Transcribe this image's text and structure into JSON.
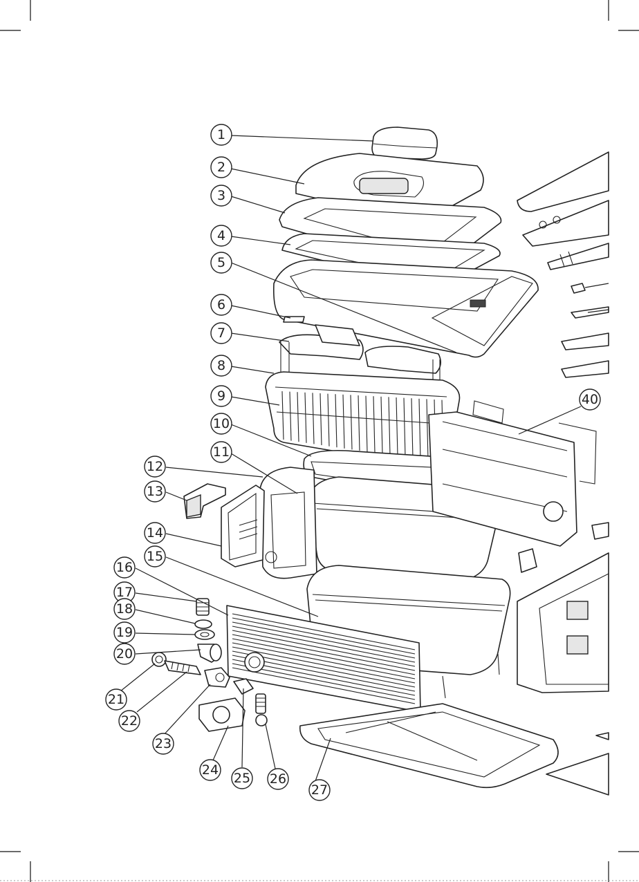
{
  "callouts": {
    "c1": "1",
    "c2": "2",
    "c3": "3",
    "c4": "4",
    "c5": "5",
    "c6": "6",
    "c7": "7",
    "c8": "8",
    "c9": "9",
    "c10": "10",
    "c11": "11",
    "c12": "12",
    "c13": "13",
    "c14": "14",
    "c15": "15",
    "c16": "16",
    "c17": "17",
    "c18": "18",
    "c19": "19",
    "c20": "20",
    "c21": "21",
    "c22": "22",
    "c23": "23",
    "c24": "24",
    "c25": "25",
    "c26": "26",
    "c27": "27",
    "c40": "40"
  },
  "colors": {
    "line": "#222222",
    "background": "#ffffff",
    "shade": "#e6e6e6"
  }
}
